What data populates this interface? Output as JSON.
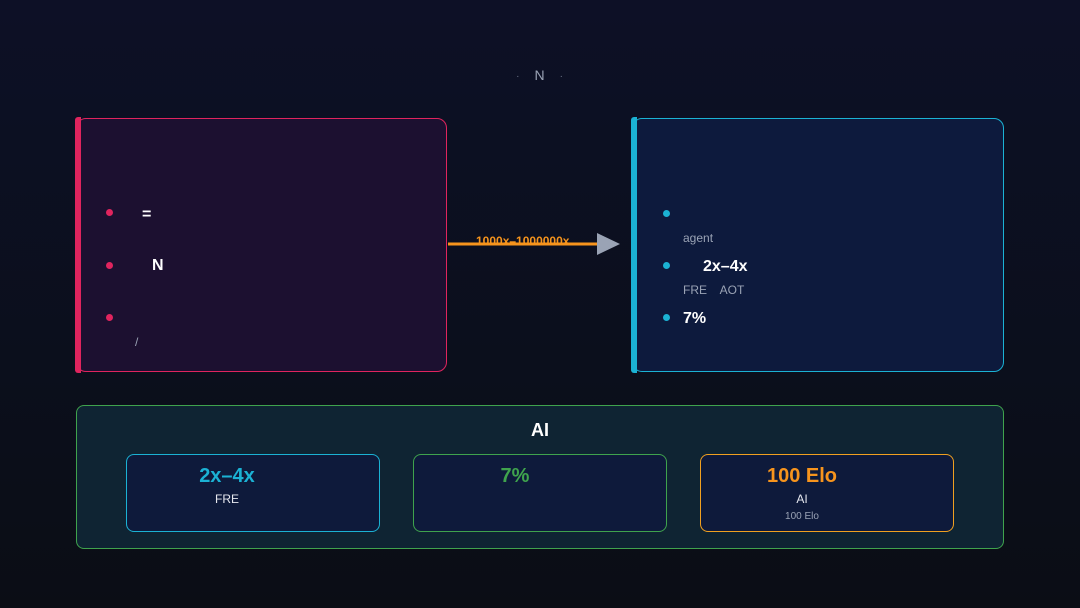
{
  "title": {
    "text": "N"
  },
  "left_card": {
    "items": [
      {
        "text": "=",
        "sub": ""
      },
      {
        "text": "N",
        "sub": ""
      },
      {
        "text": "",
        "sub": "/"
      }
    ]
  },
  "arrow": {
    "label": "1000x–1000000x"
  },
  "right_card": {
    "items": [
      {
        "text": "",
        "sub": "agent"
      },
      {
        "text": "2x–4x",
        "sub": "FRE    AOT"
      },
      {
        "text": "7%",
        "sub": ""
      }
    ]
  },
  "summary": {
    "title": "AI",
    "stats": [
      {
        "value": "2x–4x",
        "label": "FRE",
        "sub": ""
      },
      {
        "value": "7%",
        "label": "",
        "sub": ""
      },
      {
        "value": "100 Elo",
        "label": "AI",
        "sub": "100 Elo"
      }
    ]
  },
  "colors": {
    "background": "#0d1026",
    "left_accent": "#e0245e",
    "right_accent": "#1bb2d4",
    "arrow": "#f7941d",
    "summary_border": "#3fa34d",
    "elo_accent": "#f0a020"
  }
}
